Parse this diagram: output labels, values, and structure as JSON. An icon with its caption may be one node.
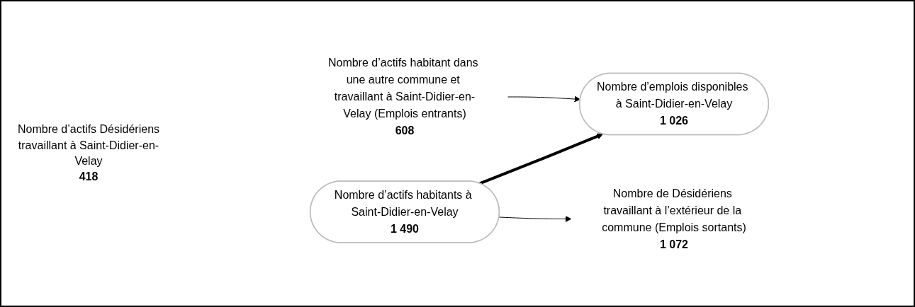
{
  "diagram": {
    "nodes": [
      {
        "text": [
          "Nombre d’emplois disponibles à Saint-Didier-en-Velay",
          "1 026"
        ]
      },
      {
        "text": [
          "Nombre d’actifs habitant dans une autre commune et travaillant à Saint-Didier-en-Velay (Emplois entrants)",
          "608"
        ]
      },
      {
        "text": [
          "Nombre d’actifs habitants à Saint-Didier-en-Velay",
          "1 490"
        ]
      },
      {
        "text": [
          "Nombre de Désidériens travaillant à l’extérieur de la commune (Emplois sortants)",
          "1 072"
        ]
      }
    ],
    "edges": [
      {
        "from": 1,
        "to": 0,
        "arrow": "to"
      },
      {
        "from": 2,
        "to": 0,
        "arrow": "to",
        "style": "thick"
      },
      {
        "from": 2,
        "to": 3,
        "arrow": "to"
      }
    ],
    "labels": [
      "Nombre d’actifs Désidériens travaillant à Saint-Didier-en-Velay",
      "418"
    ]
  }
}
